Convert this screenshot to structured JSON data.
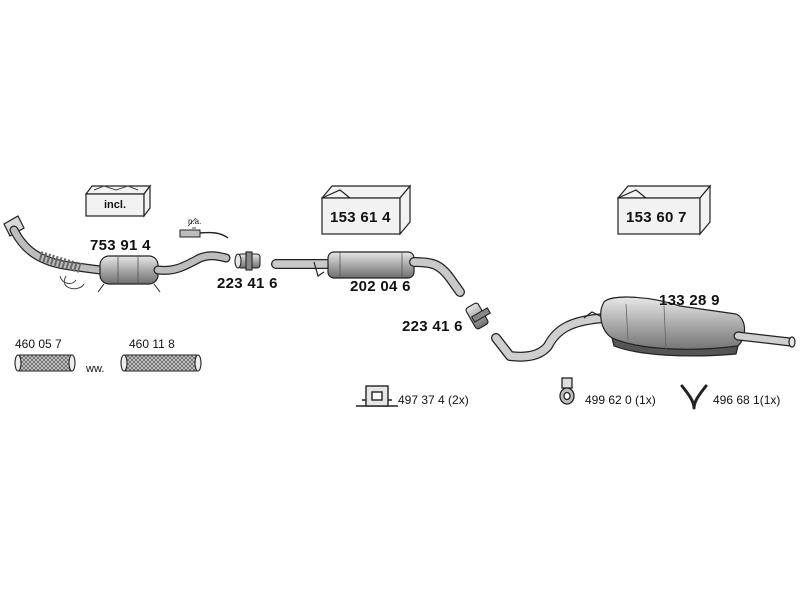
{
  "parts": {
    "catalytic_converter": "753 91 4",
    "kit_label": "incl.",
    "sensor_note": "n.a.",
    "clamp_front": "223 41 6",
    "middle_silencer": "202 04 6",
    "clamp_rear": "223 41 6",
    "rear_silencer": "133 28 9",
    "kit_middle": "153 61 4",
    "kit_rear": "153 60 7",
    "flex_pipe_1": "460 05 7",
    "flex_separator": "ww.",
    "flex_pipe_2": "460 11 8",
    "bracket": "497 37 4 (2x)",
    "rubber_mount": "499 62 0 (1x)",
    "hanger": "496 68 1(1x)"
  },
  "colors": {
    "line": "#222222",
    "fill": "#bdbdbd",
    "fill_dark": "#8a8a8a",
    "box": "#f2f2f2"
  }
}
